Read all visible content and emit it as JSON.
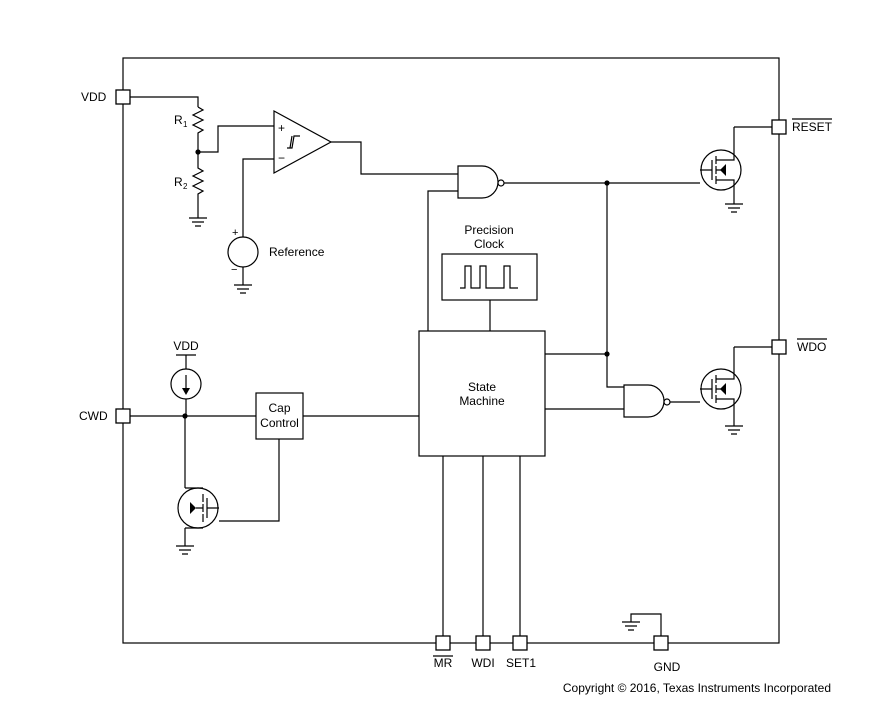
{
  "pins": {
    "vdd": "VDD",
    "cwd": "CWD",
    "reset": "RESET",
    "wdo": "WDO",
    "mr": "MR",
    "wdi": "WDI",
    "set1": "SET1",
    "gnd": "GND"
  },
  "labels": {
    "r1": "R",
    "r1_sub": "1",
    "r2": "R",
    "r2_sub": "2",
    "reference": "Reference",
    "precision_clock_line1": "Precision",
    "precision_clock_line2": "Clock",
    "state_machine_line1": "State",
    "state_machine_line2": "Machine",
    "cap_control_line1": "Cap",
    "cap_control_line2": "Control",
    "vdd_source": "VDD",
    "plus": "+",
    "minus": "−",
    "ref_plus": "+",
    "ref_minus": "−"
  },
  "copyright": "Copyright © 2016, Texas Instruments Incorporated"
}
